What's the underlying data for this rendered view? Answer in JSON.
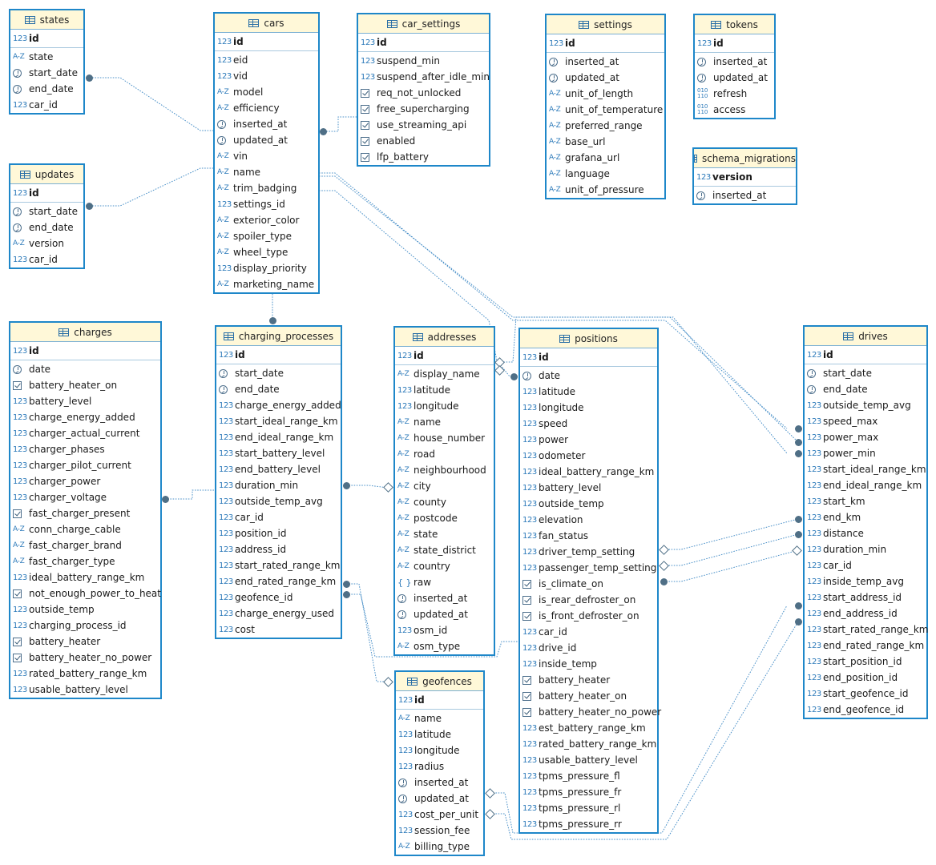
{
  "tables": [
    {
      "id": "states",
      "name": "states",
      "pk": "id",
      "cols": [
        [
          "az",
          "state"
        ],
        [
          "time",
          "start_date"
        ],
        [
          "time",
          "end_date"
        ],
        [
          "num",
          "car_id"
        ]
      ]
    },
    {
      "id": "updates",
      "name": "updates",
      "pk": "id",
      "cols": [
        [
          "time",
          "start_date"
        ],
        [
          "time",
          "end_date"
        ],
        [
          "az",
          "version"
        ],
        [
          "num",
          "car_id"
        ]
      ]
    },
    {
      "id": "cars",
      "name": "cars",
      "pk": "id",
      "cols": [
        [
          "num",
          "eid"
        ],
        [
          "num",
          "vid"
        ],
        [
          "az",
          "model"
        ],
        [
          "az",
          "efficiency"
        ],
        [
          "time",
          "inserted_at"
        ],
        [
          "time",
          "updated_at"
        ],
        [
          "az",
          "vin"
        ],
        [
          "az",
          "name"
        ],
        [
          "az",
          "trim_badging"
        ],
        [
          "num",
          "settings_id"
        ],
        [
          "az",
          "exterior_color"
        ],
        [
          "az",
          "spoiler_type"
        ],
        [
          "az",
          "wheel_type"
        ],
        [
          "num",
          "display_priority"
        ],
        [
          "az",
          "marketing_name"
        ]
      ]
    },
    {
      "id": "car_settings",
      "name": "car_settings",
      "pk": "id",
      "cols": [
        [
          "num",
          "suspend_min"
        ],
        [
          "num",
          "suspend_after_idle_min"
        ],
        [
          "bool",
          "req_not_unlocked"
        ],
        [
          "bool",
          "free_supercharging"
        ],
        [
          "bool",
          "use_streaming_api"
        ],
        [
          "bool",
          "enabled"
        ],
        [
          "bool",
          "lfp_battery"
        ]
      ]
    },
    {
      "id": "settings",
      "name": "settings",
      "pk": "id",
      "cols": [
        [
          "time",
          "inserted_at"
        ],
        [
          "time",
          "updated_at"
        ],
        [
          "az",
          "unit_of_length"
        ],
        [
          "az",
          "unit_of_temperature"
        ],
        [
          "az",
          "preferred_range"
        ],
        [
          "az",
          "base_url"
        ],
        [
          "az",
          "grafana_url"
        ],
        [
          "az",
          "language"
        ],
        [
          "az",
          "unit_of_pressure"
        ]
      ]
    },
    {
      "id": "tokens",
      "name": "tokens",
      "pk": "id",
      "cols": [
        [
          "time",
          "inserted_at"
        ],
        [
          "time",
          "updated_at"
        ],
        [
          "bin",
          "refresh"
        ],
        [
          "bin",
          "access"
        ]
      ]
    },
    {
      "id": "schema_migrations",
      "name": "schema_migrations",
      "pk": "version",
      "cols": [
        [
          "time",
          "inserted_at"
        ]
      ]
    },
    {
      "id": "charges",
      "name": "charges",
      "pk": "id",
      "cols": [
        [
          "time",
          "date"
        ],
        [
          "bool",
          "battery_heater_on"
        ],
        [
          "num",
          "battery_level"
        ],
        [
          "num",
          "charge_energy_added"
        ],
        [
          "num",
          "charger_actual_current"
        ],
        [
          "num",
          "charger_phases"
        ],
        [
          "num",
          "charger_pilot_current"
        ],
        [
          "num",
          "charger_power"
        ],
        [
          "num",
          "charger_voltage"
        ],
        [
          "bool",
          "fast_charger_present"
        ],
        [
          "az",
          "conn_charge_cable"
        ],
        [
          "az",
          "fast_charger_brand"
        ],
        [
          "az",
          "fast_charger_type"
        ],
        [
          "num",
          "ideal_battery_range_km"
        ],
        [
          "bool",
          "not_enough_power_to_heat"
        ],
        [
          "num",
          "outside_temp"
        ],
        [
          "num",
          "charging_process_id"
        ],
        [
          "bool",
          "battery_heater"
        ],
        [
          "bool",
          "battery_heater_no_power"
        ],
        [
          "num",
          "rated_battery_range_km"
        ],
        [
          "num",
          "usable_battery_level"
        ]
      ]
    },
    {
      "id": "charging_processes",
      "name": "charging_processes",
      "pk": "id",
      "cols": [
        [
          "time",
          "start_date"
        ],
        [
          "time",
          "end_date"
        ],
        [
          "num",
          "charge_energy_added"
        ],
        [
          "num",
          "start_ideal_range_km"
        ],
        [
          "num",
          "end_ideal_range_km"
        ],
        [
          "num",
          "start_battery_level"
        ],
        [
          "num",
          "end_battery_level"
        ],
        [
          "num",
          "duration_min"
        ],
        [
          "num",
          "outside_temp_avg"
        ],
        [
          "num",
          "car_id"
        ],
        [
          "num",
          "position_id"
        ],
        [
          "num",
          "address_id"
        ],
        [
          "num",
          "start_rated_range_km"
        ],
        [
          "num",
          "end_rated_range_km"
        ],
        [
          "num",
          "geofence_id"
        ],
        [
          "num",
          "charge_energy_used"
        ],
        [
          "num",
          "cost"
        ]
      ]
    },
    {
      "id": "addresses",
      "name": "addresses",
      "pk": "id",
      "cols": [
        [
          "az",
          "display_name"
        ],
        [
          "num",
          "latitude"
        ],
        [
          "num",
          "longitude"
        ],
        [
          "az",
          "name"
        ],
        [
          "az",
          "house_number"
        ],
        [
          "az",
          "road"
        ],
        [
          "az",
          "neighbourhood"
        ],
        [
          "az",
          "city"
        ],
        [
          "az",
          "county"
        ],
        [
          "az",
          "postcode"
        ],
        [
          "az",
          "state"
        ],
        [
          "az",
          "state_district"
        ],
        [
          "az",
          "country"
        ],
        [
          "json",
          "raw"
        ],
        [
          "time",
          "inserted_at"
        ],
        [
          "time",
          "updated_at"
        ],
        [
          "num",
          "osm_id"
        ],
        [
          "az",
          "osm_type"
        ]
      ]
    },
    {
      "id": "positions",
      "name": "positions",
      "pk": "id",
      "cols": [
        [
          "time",
          "date"
        ],
        [
          "num",
          "latitude"
        ],
        [
          "num",
          "longitude"
        ],
        [
          "num",
          "speed"
        ],
        [
          "num",
          "power"
        ],
        [
          "num",
          "odometer"
        ],
        [
          "num",
          "ideal_battery_range_km"
        ],
        [
          "num",
          "battery_level"
        ],
        [
          "num",
          "outside_temp"
        ],
        [
          "num",
          "elevation"
        ],
        [
          "num",
          "fan_status"
        ],
        [
          "num",
          "driver_temp_setting"
        ],
        [
          "num",
          "passenger_temp_setting"
        ],
        [
          "bool",
          "is_climate_on"
        ],
        [
          "bool",
          "is_rear_defroster_on"
        ],
        [
          "bool",
          "is_front_defroster_on"
        ],
        [
          "num",
          "car_id"
        ],
        [
          "num",
          "drive_id"
        ],
        [
          "num",
          "inside_temp"
        ],
        [
          "bool",
          "battery_heater"
        ],
        [
          "bool",
          "battery_heater_on"
        ],
        [
          "bool",
          "battery_heater_no_power"
        ],
        [
          "num",
          "est_battery_range_km"
        ],
        [
          "num",
          "rated_battery_range_km"
        ],
        [
          "num",
          "usable_battery_level"
        ],
        [
          "num",
          "tpms_pressure_fl"
        ],
        [
          "num",
          "tpms_pressure_fr"
        ],
        [
          "num",
          "tpms_pressure_rl"
        ],
        [
          "num",
          "tpms_pressure_rr"
        ]
      ]
    },
    {
      "id": "geofences",
      "name": "geofences",
      "pk": "id",
      "cols": [
        [
          "az",
          "name"
        ],
        [
          "num",
          "latitude"
        ],
        [
          "num",
          "longitude"
        ],
        [
          "num",
          "radius"
        ],
        [
          "time",
          "inserted_at"
        ],
        [
          "time",
          "updated_at"
        ],
        [
          "num",
          "cost_per_unit"
        ],
        [
          "num",
          "session_fee"
        ],
        [
          "az",
          "billing_type"
        ]
      ]
    },
    {
      "id": "drives",
      "name": "drives",
      "pk": "id",
      "cols": [
        [
          "time",
          "start_date"
        ],
        [
          "time",
          "end_date"
        ],
        [
          "num",
          "outside_temp_avg"
        ],
        [
          "num",
          "speed_max"
        ],
        [
          "num",
          "power_max"
        ],
        [
          "num",
          "power_min"
        ],
        [
          "num",
          "start_ideal_range_km"
        ],
        [
          "num",
          "end_ideal_range_km"
        ],
        [
          "num",
          "start_km"
        ],
        [
          "num",
          "end_km"
        ],
        [
          "num",
          "distance"
        ],
        [
          "num",
          "duration_min"
        ],
        [
          "num",
          "car_id"
        ],
        [
          "num",
          "inside_temp_avg"
        ],
        [
          "num",
          "start_address_id"
        ],
        [
          "num",
          "end_address_id"
        ],
        [
          "num",
          "start_rated_range_km"
        ],
        [
          "num",
          "end_rated_range_km"
        ],
        [
          "num",
          "start_position_id"
        ],
        [
          "num",
          "end_position_id"
        ],
        [
          "num",
          "start_geofence_id"
        ],
        [
          "num",
          "end_geofence_id"
        ]
      ]
    }
  ],
  "type_icons": {
    "num": "123",
    "az": "A-Z",
    "json": "{ }",
    "bin_top": "010",
    "bin_bottom": "110"
  },
  "colors": {
    "border": "#1e87c9",
    "header_bg": "#fff8d8",
    "line": "#4a90c8",
    "marker": "#4f6f86"
  }
}
